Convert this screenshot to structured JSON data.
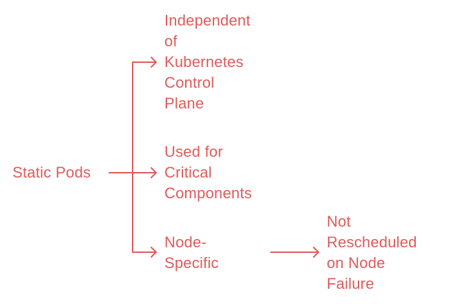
{
  "colors": {
    "accent": "#e05a5a"
  },
  "root": {
    "label": "Static Pods"
  },
  "children": [
    {
      "label": "Independent\nof\nKubernetes\nControl\nPlane"
    },
    {
      "label": "Used for\nCritical\nComponents"
    },
    {
      "label": "Node-\nSpecific"
    }
  ],
  "grandchild": {
    "label": "Not\nRescheduled\non Node\nFailure"
  }
}
